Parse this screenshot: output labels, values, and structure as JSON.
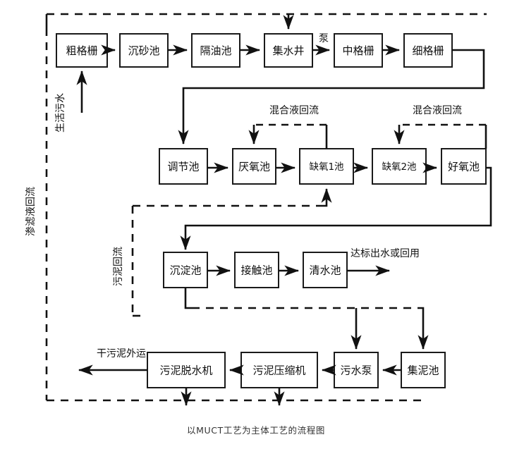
{
  "figure": {
    "caption": "以MUCT工艺为主体工艺的流程图",
    "colors": {
      "stroke": "#111111",
      "box_fill": "#ffffff",
      "background": "#ffffff",
      "caption_text": "#333333"
    }
  },
  "boxes": {
    "coarse_screen": "粗格栅",
    "grit_chamber": "沉砂池",
    "oil_separation": "隔油池",
    "collection_well": "集水井",
    "medium_screen": "中格栅",
    "fine_screen": "细格栅",
    "regulating_tank": "调节池",
    "anaerobic_tank": "厌氧池",
    "anoxic_tank_1": "缺氧1池",
    "anoxic_tank_2": "缺氧2池",
    "aerobic_tank": "好氧池",
    "sedimentation_tank": "沉淀池",
    "contact_tank": "接触池",
    "clean_water_tank": "清水池",
    "sludge_dewatering_machine": "污泥脱水机",
    "sludge_compressor": "污泥压缩机",
    "sewage_pump": "污水泵",
    "sludge_collection_tank": "集泥池"
  },
  "edge_labels": {
    "pump": "泵",
    "mixed_liquor_return_1": "混合液回流",
    "mixed_liquor_return_2": "混合液回流",
    "effluent_or_reuse": "达标出水或回用",
    "dry_sludge_transport": "干污泥外运"
  },
  "vertical_labels": {
    "domestic_sewage": "生活污水",
    "leachate_return": "渗滤液回流",
    "sludge_return": "污泥回流"
  }
}
